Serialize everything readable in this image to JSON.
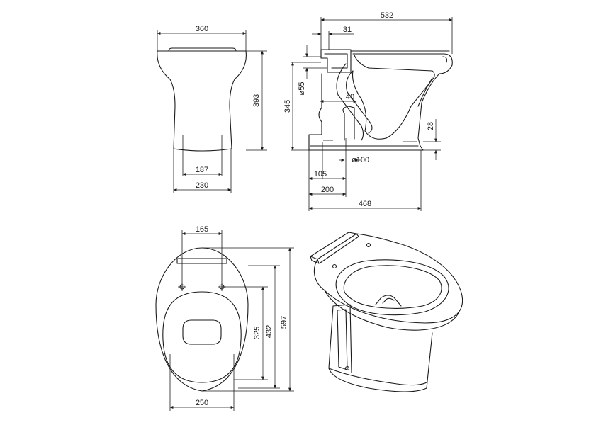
{
  "dimensions": {
    "front_width": "360",
    "front_height": "393",
    "front_outlet_inner": "187",
    "front_base_width": "230",
    "side_total_length": "532",
    "side_top_offset": "31",
    "side_height": "345",
    "side_pipe_diameter": "ø55",
    "side_pipe_offset": "40",
    "side_outlet_height": "28",
    "side_outlet_diameter": "ø100",
    "side_outlet_105": "105",
    "side_outlet_200": "200",
    "side_base_length": "468",
    "top_hole_spacing": "165",
    "top_bowl_325": "325",
    "top_bowl_432": "432",
    "top_total_597": "597",
    "top_base_width": "250"
  },
  "colors": {
    "line": "#1a1a1a",
    "background": "#ffffff"
  }
}
